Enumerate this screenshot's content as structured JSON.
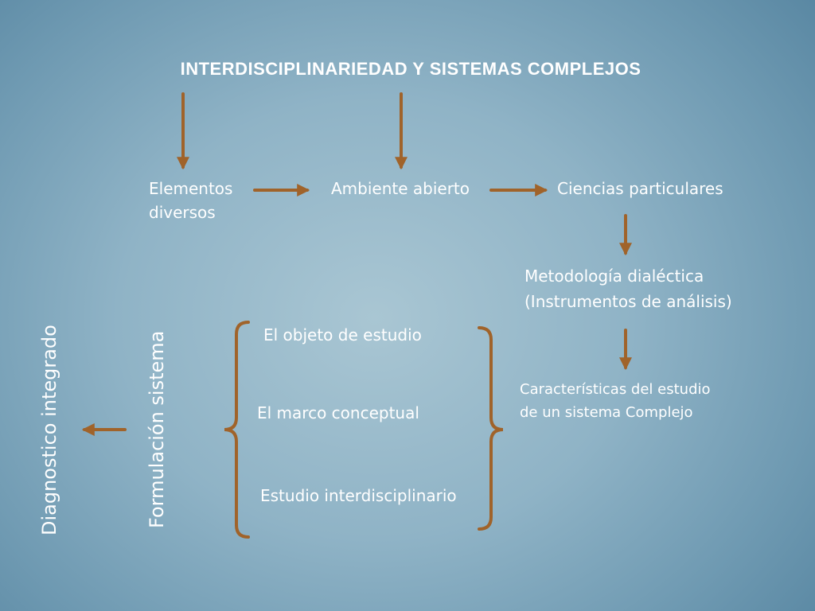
{
  "diagram": {
    "title": "INTERDISCIPLINARIEDAD Y SISTEMAS COMPLEJOS",
    "nodes": {
      "elementos_line1": "Elementos",
      "elementos_line2": "diversos",
      "ambiente": "Ambiente abierto",
      "ciencias": "Ciencias particulares",
      "metodologia_line1": "Metodología dialéctica",
      "metodologia_line2": "(Instrumentos de análisis)",
      "caracteristicas_line1": "Características del estudio",
      "caracteristicas_line2": "de un sistema Complejo",
      "objeto": "El objeto de estudio",
      "marco": "El marco conceptual",
      "estudio": "Estudio interdisciplinario",
      "formulacion": "Formulación  sistema",
      "diagnostico": "Diagnostico integrado"
    },
    "colors": {
      "arrow": "#a0632a",
      "text": "#ffffff"
    }
  }
}
